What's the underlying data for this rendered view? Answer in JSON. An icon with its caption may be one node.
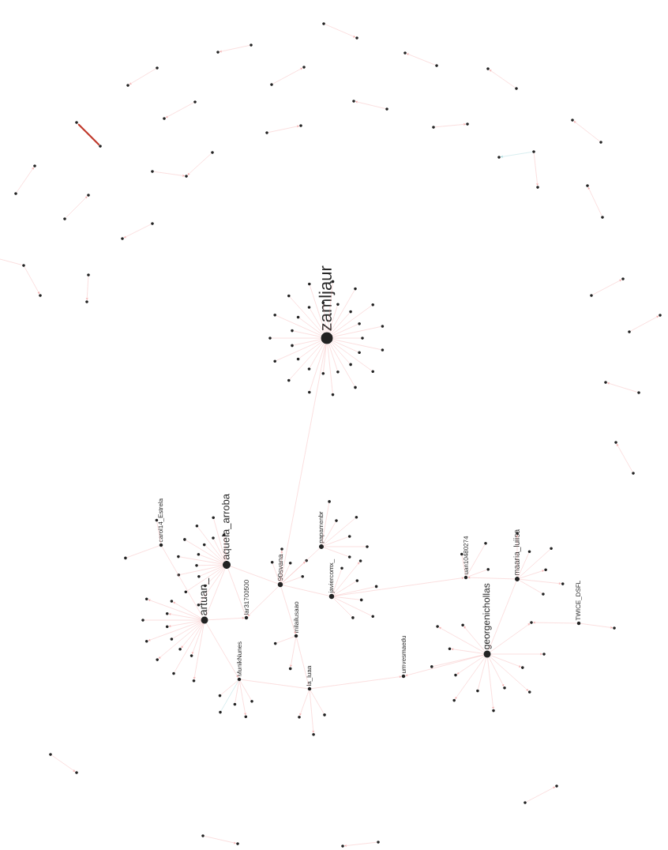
{
  "diagram": {
    "nodes": [
      {
        "text": [
          "zamljaur"
        ]
      },
      {
        "text": [
          "aquela_arroba"
        ]
      },
      {
        "text": [
          "artuan_"
        ]
      },
      {
        "text": [
          "90svana"
        ]
      },
      {
        "text": [
          "papamenbr"
        ]
      },
      {
        "text": [
          "javiercomx_"
        ]
      },
      {
        "text": [
          "lar31700500"
        ]
      },
      {
        "text": [
          "milailusaao"
        ]
      },
      {
        "text": [
          "MunikNunes"
        ]
      },
      {
        "text": [
          "la_luaa"
        ]
      },
      {
        "text": [
          "georgenichollas"
        ]
      },
      {
        "text": [
          "maaria_luiisa"
        ]
      },
      {
        "text": [
          "uan10480274"
        ]
      },
      {
        "text": [
          "TWICE_DSFL"
        ]
      },
      {
        "text": [
          "umvesmaedu"
        ]
      },
      {
        "text": [
          "carol14_Estrela"
        ]
      },
      {
        "text": [],
        "shape": "circle"
      },
      {
        "text": [],
        "shape": "circle"
      },
      {
        "text": [],
        "shape": "circle"
      },
      {
        "text": [],
        "shape": "circle"
      },
      {
        "text": [],
        "shape": "circle"
      },
      {
        "text": [],
        "shape": "circle"
      },
      {
        "text": [],
        "shape": "circle"
      },
      {
        "text": [],
        "shape": "circle"
      },
      {
        "text": [],
        "shape": "circle"
      },
      {
        "text": [],
        "shape": "circle"
      },
      {
        "text": [],
        "shape": "circle"
      },
      {
        "text": [],
        "shape": "circle"
      },
      {
        "text": [],
        "shape": "circle"
      },
      {
        "text": [],
        "shape": "circle"
      },
      {
        "text": [],
        "shape": "circle"
      },
      {
        "text": [],
        "shape": "circle"
      },
      {
        "text": [],
        "shape": "circle"
      },
      {
        "text": [],
        "shape": "circle"
      },
      {
        "text": [],
        "shape": "circle"
      },
      {
        "text": [],
        "shape": "circle"
      },
      {
        "text": [],
        "shape": "circle"
      },
      {
        "text": [],
        "shape": "circle"
      },
      {
        "text": [],
        "shape": "circle"
      },
      {
        "text": [],
        "shape": "circle"
      },
      {
        "text": [],
        "shape": "circle"
      },
      {
        "text": [],
        "shape": "circle"
      },
      {
        "text": [],
        "shape": "circle"
      },
      {
        "text": [],
        "shape": "circle"
      },
      {
        "text": [],
        "shape": "circle"
      },
      {
        "text": [],
        "shape": "circle"
      },
      {
        "text": [],
        "shape": "circle"
      },
      {
        "text": [],
        "shape": "circle"
      },
      {
        "text": [],
        "shape": "circle"
      },
      {
        "text": [],
        "shape": "circle"
      },
      {
        "text": [],
        "shape": "circle"
      },
      {
        "text": [],
        "shape": "circle"
      },
      {
        "text": [],
        "shape": "circle"
      },
      {
        "text": [],
        "shape": "circle"
      },
      {
        "text": [],
        "shape": "circle"
      },
      {
        "text": [],
        "shape": "circle"
      },
      {
        "text": [],
        "shape": "circle"
      },
      {
        "text": [],
        "shape": "circle"
      },
      {
        "text": [],
        "shape": "circle"
      },
      {
        "text": [],
        "shape": "circle"
      },
      {
        "text": [],
        "shape": "circle"
      },
      {
        "text": [],
        "shape": "circle"
      },
      {
        "text": [],
        "shape": "circle"
      },
      {
        "text": [],
        "shape": "circle"
      },
      {
        "text": [],
        "shape": "circle"
      },
      {
        "text": [],
        "shape": "circle"
      },
      {
        "text": [],
        "shape": "circle"
      },
      {
        "text": [],
        "shape": "circle"
      },
      {
        "text": [],
        "shape": "circle"
      },
      {
        "text": [],
        "shape": "circle"
      },
      {
        "text": [],
        "shape": "circle"
      },
      {
        "text": [],
        "shape": "circle"
      },
      {
        "text": [],
        "shape": "circle"
      },
      {
        "text": [],
        "shape": "circle"
      },
      {
        "text": [],
        "shape": "circle"
      },
      {
        "text": [],
        "shape": "circle"
      },
      {
        "text": [],
        "shape": "circle"
      },
      {
        "text": [],
        "shape": "circle"
      },
      {
        "text": [],
        "shape": "circle"
      },
      {
        "text": [],
        "shape": "circle"
      },
      {
        "text": [],
        "shape": "circle"
      },
      {
        "text": [],
        "shape": "circle"
      },
      {
        "text": [],
        "shape": "circle"
      },
      {
        "text": [],
        "shape": "circle"
      },
      {
        "text": [],
        "shape": "circle"
      },
      {
        "text": [],
        "shape": "circle"
      },
      {
        "text": [],
        "shape": "circle"
      },
      {
        "text": [],
        "shape": "circle"
      },
      {
        "text": [],
        "shape": "circle"
      },
      {
        "text": [],
        "shape": "circle"
      },
      {
        "text": [],
        "shape": "circle"
      },
      {
        "text": [],
        "shape": "circle"
      },
      {
        "text": [],
        "shape": "circle"
      },
      {
        "text": [],
        "shape": "circle"
      },
      {
        "text": [],
        "shape": "circle"
      },
      {
        "text": [],
        "shape": "circle"
      },
      {
        "text": [],
        "shape": "circle"
      },
      {
        "text": [],
        "shape": "circle"
      },
      {
        "text": [],
        "shape": "circle"
      },
      {
        "text": [],
        "shape": "circle"
      },
      {
        "text": [],
        "shape": "circle"
      },
      {
        "text": [],
        "shape": "circle"
      },
      {
        "text": [],
        "shape": "circle"
      },
      {
        "text": [],
        "shape": "circle"
      },
      {
        "text": [],
        "shape": "circle"
      },
      {
        "text": [],
        "shape": "circle"
      },
      {
        "text": [],
        "shape": "circle"
      },
      {
        "text": [],
        "shape": "circle"
      },
      {
        "text": [],
        "shape": "circle"
      },
      {
        "text": [],
        "shape": "circle"
      },
      {
        "text": [],
        "shape": "circle"
      },
      {
        "text": [],
        "shape": "circle"
      },
      {
        "text": [],
        "shape": "circle"
      },
      {
        "text": [],
        "shape": "circle"
      },
      {
        "text": [],
        "shape": "circle"
      },
      {
        "text": [],
        "shape": "circle"
      },
      {
        "text": [],
        "shape": "circle"
      },
      {
        "text": [],
        "shape": "circle"
      },
      {
        "text": [],
        "shape": "circle"
      },
      {
        "text": [],
        "shape": "circle"
      },
      {
        "text": [],
        "shape": "circle"
      },
      {
        "text": [],
        "shape": "circle"
      },
      {
        "text": [],
        "shape": "circle"
      },
      {
        "text": [],
        "shape": "circle"
      },
      {
        "text": [],
        "shape": "circle"
      },
      {
        "text": [],
        "shape": "circle"
      },
      {
        "text": [],
        "shape": "circle"
      },
      {
        "text": [],
        "shape": "circle"
      },
      {
        "text": [],
        "shape": "circle"
      },
      {
        "text": [],
        "shape": "circle"
      },
      {
        "text": [],
        "shape": "circle"
      },
      {
        "text": [],
        "shape": "circle"
      },
      {
        "text": [],
        "shape": "circle"
      },
      {
        "text": [],
        "shape": "circle"
      },
      {
        "text": [],
        "shape": "circle"
      },
      {
        "text": [],
        "shape": "circle"
      },
      {
        "text": [],
        "shape": "circle"
      },
      {
        "text": [],
        "shape": "circle"
      },
      {
        "text": [],
        "shape": "circle"
      },
      {
        "text": [],
        "shape": "circle"
      },
      {
        "text": [],
        "shape": "circle"
      },
      {
        "text": [],
        "shape": "circle"
      },
      {
        "text": [],
        "shape": "circle"
      },
      {
        "text": [],
        "shape": "circle"
      },
      {
        "text": [],
        "shape": "circle"
      },
      {
        "text": [],
        "shape": "circle"
      },
      {
        "text": [],
        "shape": "circle"
      },
      {
        "text": [],
        "shape": "circle"
      },
      {
        "text": [],
        "shape": "circle"
      },
      {
        "text": [],
        "shape": "circle"
      },
      {
        "text": [],
        "shape": "circle"
      },
      {
        "text": [],
        "shape": "circle"
      },
      {
        "text": [],
        "shape": "circle"
      },
      {
        "text": [],
        "shape": "circle"
      },
      {
        "text": [],
        "shape": "circle"
      },
      {
        "text": [],
        "shape": "circle"
      },
      {
        "text": [],
        "shape": "circle"
      },
      {
        "text": [],
        "shape": "circle"
      },
      {
        "text": [],
        "shape": "circle"
      },
      {
        "text": [],
        "shape": "circle"
      },
      {
        "text": [],
        "shape": "circle"
      },
      {
        "text": [],
        "shape": "circle"
      },
      {
        "text": [],
        "shape": "circle"
      },
      {
        "text": [],
        "shape": "circle"
      },
      {
        "text": [],
        "shape": "circle"
      },
      {
        "text": [],
        "shape": "circle"
      },
      {
        "text": [],
        "shape": "circle"
      },
      {
        "text": [],
        "shape": "circle"
      },
      {
        "text": [],
        "shape": "circle"
      },
      {
        "text": [],
        "shape": "circle"
      },
      {
        "text": [],
        "shape": "circle"
      },
      {
        "text": [],
        "shape": "circle"
      },
      {
        "text": [],
        "shape": "circle"
      },
      {
        "text": [],
        "shape": "circle"
      },
      {
        "text": [],
        "shape": "circle"
      },
      {
        "text": [],
        "shape": "circle"
      },
      {
        "text": [],
        "shape": "circle"
      },
      {
        "text": [],
        "shape": "circle"
      },
      {
        "text": [],
        "shape": "circle"
      },
      {
        "text": [],
        "shape": "circle"
      },
      {
        "text": [],
        "shape": "circle"
      },
      {
        "text": [],
        "shape": "circle"
      },
      {
        "text": [],
        "shape": "circle"
      }
    ],
    "edges": [
      {
        "from": 0,
        "to": 3,
        "arrow": "none"
      },
      {
        "from": 1,
        "to": 2,
        "arrow": "none"
      },
      {
        "from": 1,
        "to": 3,
        "arrow": "none"
      },
      {
        "from": 1,
        "to": 6,
        "arrow": "none"
      },
      {
        "from": 2,
        "to": 6,
        "arrow": "to"
      },
      {
        "from": 2,
        "to": 8,
        "arrow": "to"
      },
      {
        "from": 2,
        "to": 15,
        "arrow": "none"
      },
      {
        "from": 3,
        "to": 6,
        "arrow": "to"
      },
      {
        "from": 3,
        "to": 5,
        "arrow": "none"
      },
      {
        "from": 3,
        "to": 4,
        "arrow": "none"
      },
      {
        "from": 3,
        "to": 7,
        "arrow": "to"
      },
      {
        "from": 7,
        "to": 9,
        "arrow": "none"
      },
      {
        "from": 8,
        "to": 9,
        "arrow": "none"
      },
      {
        "from": 9,
        "to": 14,
        "arrow": "to"
      },
      {
        "from": 10,
        "to": 14,
        "arrow": "to"
      },
      {
        "from": 5,
        "to": 12,
        "arrow": "to"
      },
      {
        "from": 11,
        "to": 12,
        "arrow": "to"
      },
      {
        "from": 10,
        "to": 11,
        "arrow": "none"
      },
      {
        "from": 10,
        "to": 16,
        "arrow": "to"
      },
      {
        "from": 13,
        "to": 16,
        "arrow": "to"
      },
      {
        "from": 13,
        "to": 17,
        "arrow": "to"
      },
      {
        "from": 0,
        "to": 18,
        "arrow": "none"
      },
      {
        "from": 0,
        "to": 19,
        "arrow": "none"
      },
      {
        "from": 0,
        "to": 20,
        "arrow": "none"
      },
      {
        "from": 0,
        "to": 21,
        "arrow": "none"
      },
      {
        "from": 0,
        "to": 22,
        "arrow": "none"
      },
      {
        "from": 0,
        "to": 23,
        "arrow": "none"
      },
      {
        "from": 0,
        "to": 24,
        "arrow": "none"
      },
      {
        "from": 0,
        "to": 25,
        "arrow": "none"
      },
      {
        "from": 0,
        "to": 26,
        "arrow": "none"
      },
      {
        "from": 0,
        "to": 27,
        "arrow": "none"
      },
      {
        "from": 0,
        "to": 28,
        "arrow": "none"
      },
      {
        "from": 0,
        "to": 29,
        "arrow": "none"
      },
      {
        "from": 0,
        "to": 30,
        "arrow": "none"
      },
      {
        "from": 0,
        "to": 31,
        "arrow": "none"
      },
      {
        "from": 0,
        "to": 32,
        "arrow": "none"
      },
      {
        "from": 0,
        "to": 33,
        "arrow": "none"
      },
      {
        "from": 0,
        "to": 34,
        "arrow": "none"
      },
      {
        "from": 0,
        "to": 35,
        "arrow": "none"
      },
      {
        "from": 0,
        "to": 36,
        "arrow": "none"
      },
      {
        "from": 0,
        "to": 37,
        "arrow": "none"
      },
      {
        "from": 0,
        "to": 38,
        "arrow": "none"
      },
      {
        "from": 0,
        "to": 39,
        "arrow": "none"
      },
      {
        "from": 0,
        "to": 40,
        "arrow": "none"
      },
      {
        "from": 0,
        "to": 41,
        "arrow": "none"
      },
      {
        "from": 0,
        "to": 42,
        "arrow": "none"
      },
      {
        "from": 0,
        "to": 43,
        "arrow": "none"
      },
      {
        "from": 0,
        "to": 44,
        "arrow": "none"
      },
      {
        "from": 0,
        "to": 45,
        "arrow": "none"
      },
      {
        "from": 0,
        "to": 46,
        "arrow": "none"
      },
      {
        "from": 0,
        "to": 47,
        "arrow": "none"
      },
      {
        "from": 1,
        "to": 48,
        "arrow": "none"
      },
      {
        "from": 1,
        "to": 49,
        "arrow": "none"
      },
      {
        "from": 1,
        "to": 50,
        "arrow": "none"
      },
      {
        "from": 1,
        "to": 51,
        "arrow": "none"
      },
      {
        "from": 1,
        "to": 52,
        "arrow": "none"
      },
      {
        "from": 1,
        "to": 53,
        "arrow": "none"
      },
      {
        "from": 1,
        "to": 54,
        "arrow": "none"
      },
      {
        "from": 1,
        "to": 55,
        "arrow": "none"
      },
      {
        "from": 1,
        "to": 56,
        "arrow": "none"
      },
      {
        "from": 1,
        "to": 57,
        "arrow": "none"
      },
      {
        "from": 1,
        "to": 58,
        "arrow": "none"
      },
      {
        "from": 1,
        "to": 59,
        "arrow": "none"
      },
      {
        "from": 1,
        "to": 60,
        "arrow": "none"
      },
      {
        "from": 1,
        "to": 61,
        "arrow": "none"
      },
      {
        "from": 2,
        "to": 62,
        "arrow": "to"
      },
      {
        "from": 2,
        "to": 63,
        "arrow": "to"
      },
      {
        "from": 2,
        "to": 64,
        "arrow": "to"
      },
      {
        "from": 2,
        "to": 65,
        "arrow": "none"
      },
      {
        "from": 2,
        "to": 66,
        "arrow": "to"
      },
      {
        "from": 2,
        "to": 67,
        "arrow": "to"
      },
      {
        "from": 2,
        "to": 68,
        "arrow": "none"
      },
      {
        "from": 2,
        "to": 69,
        "arrow": "to"
      },
      {
        "from": 2,
        "to": 70,
        "arrow": "to"
      },
      {
        "from": 2,
        "to": 71,
        "arrow": "none"
      },
      {
        "from": 2,
        "to": 72,
        "arrow": "to"
      },
      {
        "from": 2,
        "to": 73,
        "arrow": "to"
      },
      {
        "from": 3,
        "to": 74,
        "arrow": "none"
      },
      {
        "from": 3,
        "to": 75,
        "arrow": "to"
      },
      {
        "from": 3,
        "to": 76,
        "arrow": "none"
      },
      {
        "from": 3,
        "to": 77,
        "arrow": "to"
      },
      {
        "from": 3,
        "to": 78,
        "arrow": "none"
      },
      {
        "from": 4,
        "to": 79,
        "arrow": "none"
      },
      {
        "from": 4,
        "to": 80,
        "arrow": "none"
      },
      {
        "from": 4,
        "to": 81,
        "arrow": "none"
      },
      {
        "from": 4,
        "to": 82,
        "arrow": "none"
      },
      {
        "from": 4,
        "to": 83,
        "arrow": "none"
      },
      {
        "from": 4,
        "to": 84,
        "arrow": "none"
      },
      {
        "from": 5,
        "to": 85,
        "arrow": "none"
      },
      {
        "from": 5,
        "to": 86,
        "arrow": "none"
      },
      {
        "from": 5,
        "to": 87,
        "arrow": "none"
      },
      {
        "from": 5,
        "to": 88,
        "arrow": "none"
      },
      {
        "from": 5,
        "to": 89,
        "arrow": "none"
      },
      {
        "from": 5,
        "to": 90,
        "arrow": "to"
      },
      {
        "from": 5,
        "to": 91,
        "arrow": "none"
      },
      {
        "from": 8,
        "to": 92,
        "arrow": "none"
      },
      {
        "from": 8,
        "to": 93,
        "arrow": "none",
        "color": "#8ecfd4"
      },
      {
        "from": 8,
        "to": 94,
        "arrow": "none"
      },
      {
        "from": 8,
        "to": 95,
        "arrow": "to"
      },
      {
        "from": 8,
        "to": 96,
        "arrow": "none"
      },
      {
        "from": 9,
        "to": 97,
        "arrow": "to"
      },
      {
        "from": 9,
        "to": 98,
        "arrow": "to"
      },
      {
        "from": 9,
        "to": 99,
        "arrow": "none"
      },
      {
        "from": 10,
        "to": 100,
        "arrow": "to"
      },
      {
        "from": 10,
        "to": 101,
        "arrow": "to"
      },
      {
        "from": 10,
        "to": 102,
        "arrow": "to"
      },
      {
        "from": 10,
        "to": 103,
        "arrow": "none"
      },
      {
        "from": 10,
        "to": 104,
        "arrow": "to"
      },
      {
        "from": 10,
        "to": 105,
        "arrow": "to"
      },
      {
        "from": 10,
        "to": 106,
        "arrow": "none"
      },
      {
        "from": 10,
        "to": 107,
        "arrow": "to"
      },
      {
        "from": 10,
        "to": 108,
        "arrow": "to"
      },
      {
        "from": 10,
        "to": 109,
        "arrow": "to"
      },
      {
        "from": 10,
        "to": 110,
        "arrow": "to"
      },
      {
        "from": 10,
        "to": 111,
        "arrow": "to"
      },
      {
        "from": 11,
        "to": 112,
        "arrow": "none"
      },
      {
        "from": 11,
        "to": 113,
        "arrow": "to"
      },
      {
        "from": 11,
        "to": 114,
        "arrow": "to"
      },
      {
        "from": 11,
        "to": 115,
        "arrow": "none"
      },
      {
        "from": 11,
        "to": 116,
        "arrow": "none"
      },
      {
        "from": 11,
        "to": 117,
        "arrow": "to"
      },
      {
        "from": 7,
        "to": 118,
        "arrow": "none"
      },
      {
        "from": 7,
        "to": 119,
        "arrow": "to"
      },
      {
        "from": 12,
        "to": 120,
        "arrow": "none"
      },
      {
        "from": 12,
        "to": 121,
        "arrow": "none"
      },
      {
        "from": 12,
        "to": 122,
        "arrow": "none"
      },
      {
        "from": 15,
        "to": 123,
        "arrow": "none"
      },
      {
        "from": 15,
        "to": 124,
        "arrow": "none"
      },
      {
        "from": 125,
        "to": 126,
        "arrow": "to"
      },
      {
        "from": 127,
        "to": 128,
        "arrow": "to"
      },
      {
        "from": 130,
        "to": 129,
        "arrow": "to"
      },
      {
        "from": 132,
        "to": 131,
        "arrow": "to"
      },
      {
        "from": 133,
        "to": 134,
        "arrow": "to",
        "style": "thick",
        "color": "#c0392b"
      },
      {
        "from": 135,
        "to": 136,
        "arrow": "to"
      },
      {
        "from": 137,
        "to": 136,
        "arrow": "to"
      },
      {
        "from": 139,
        "to": 138,
        "arrow": "to"
      },
      {
        "from": 141,
        "to": 140,
        "arrow": "to"
      },
      {
        "from": 142,
        "to": 143,
        "arrow": "to"
      },
      {
        "from": 144,
        "to": 145,
        "arrow": "to"
      },
      {
        "from": 146,
        "to": 147,
        "arrow": "to"
      },
      {
        "from": 149,
        "to": 148,
        "arrow": "to"
      },
      {
        "from": 151,
        "to": 150,
        "arrow": "to"
      },
      {
        "from": 152,
        "to": 153,
        "arrow": "to"
      },
      {
        "from": 155,
        "to": 154,
        "arrow": "to"
      },
      {
        "from": 157,
        "to": 156,
        "arrow": "to",
        "color": "#8ecfd4"
      },
      {
        "from": 157,
        "to": 158,
        "arrow": "to"
      },
      {
        "from": 160,
        "to": 159,
        "arrow": "to"
      },
      {
        "from": 162,
        "to": 161,
        "arrow": "to"
      },
      {
        "from": 163,
        "to": 164,
        "arrow": "to"
      },
      {
        "from": 165,
        "to": 166,
        "arrow": "to"
      },
      {
        "from": 168,
        "to": 167,
        "arrow": "to"
      },
      {
        "from": 170,
        "to": 169,
        "arrow": "to"
      },
      {
        "from": null,
        "to": 171,
        "arrow": "none"
      },
      {
        "from": 171,
        "to": 172,
        "arrow": "to"
      },
      {
        "from": 173,
        "to": 174,
        "arrow": "to"
      },
      {
        "from": 175,
        "to": 176,
        "arrow": "to"
      },
      {
        "from": 177,
        "to": 178,
        "arrow": "to"
      },
      {
        "from": 180,
        "to": 179,
        "arrow": "to"
      },
      {
        "from": 181,
        "to": 182,
        "arrow": "to"
      }
    ]
  }
}
